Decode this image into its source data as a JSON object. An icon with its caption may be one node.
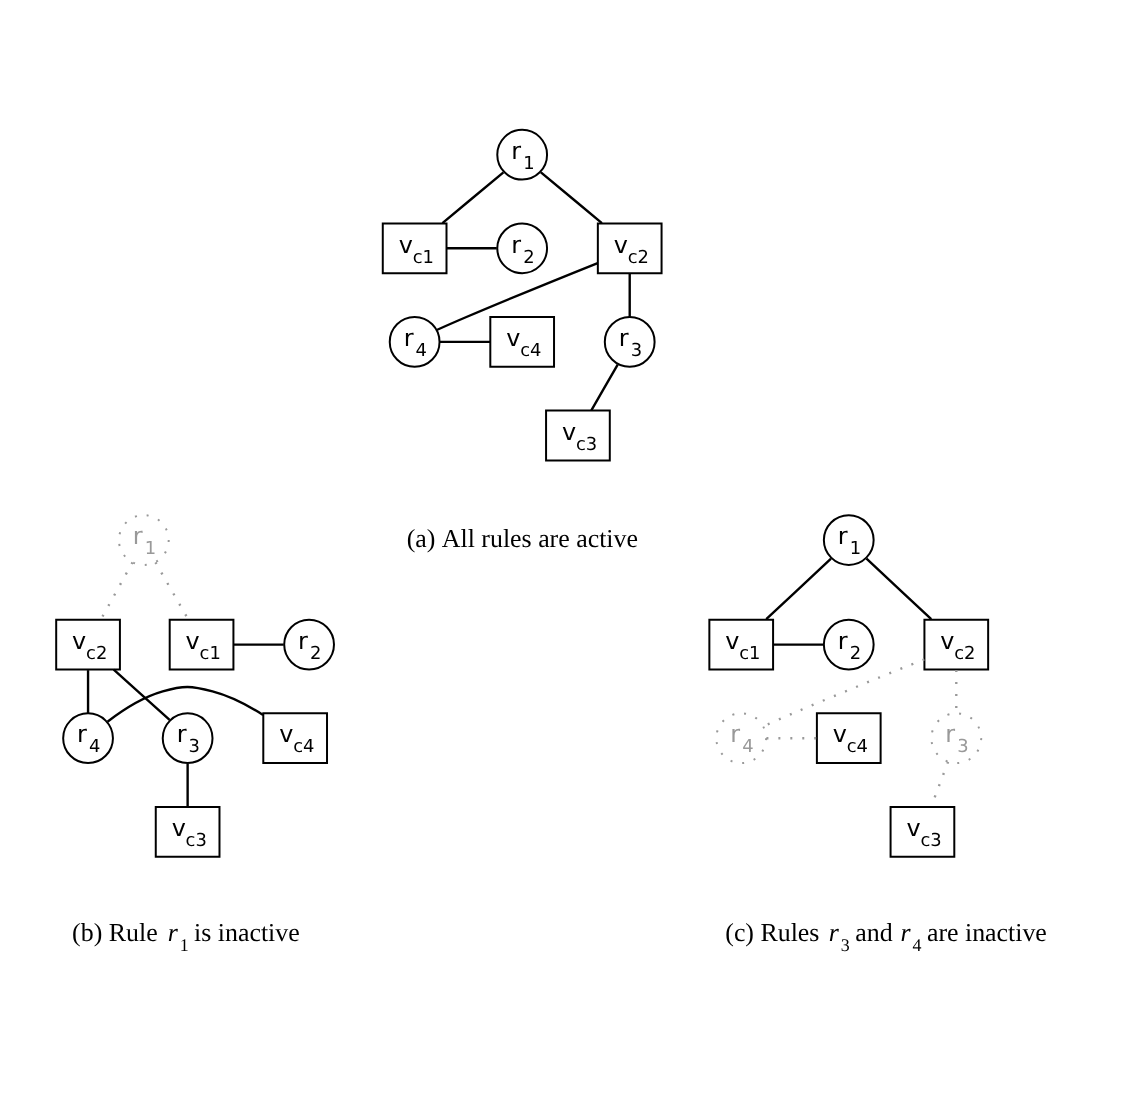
{
  "diagram": {
    "nodes": [
      {
        "text": [
          "v$_{c1}$"
        ]
      },
      {
        "text": [
          "r$_{2}$"
        ]
      },
      {
        "text": [
          "r$_{1}$"
        ]
      },
      {
        "text": [
          "v$_{c2}$"
        ]
      },
      {
        "text": [
          "v$_{c4}$"
        ]
      },
      {
        "text": [
          "r$_{4}$"
        ]
      },
      {
        "text": [
          "r$_{3}$"
        ]
      },
      {
        "text": [
          "v$_{c3}$"
        ]
      },
      {
        "text": [
          "v$_{c1}$"
        ]
      },
      {
        "text": [
          "r$_{2}$"
        ]
      },
      {
        "text": [
          "r$_{1}$"
        ]
      },
      {
        "text": [
          "v$_{c2}$"
        ]
      },
      {
        "text": [
          "v$_{c4}$"
        ]
      },
      {
        "text": [
          "r$_{4}$"
        ]
      },
      {
        "text": [
          "r$_{3}$"
        ]
      },
      {
        "text": [
          "v$_{c3}$"
        ]
      },
      {
        "text": [
          "v$_{c1}$"
        ]
      },
      {
        "text": [
          "r$_{2}$"
        ]
      },
      {
        "text": [
          "r$_{1}$"
        ]
      },
      {
        "text": [
          "v$_{c2}$"
        ]
      },
      {
        "text": [
          "v$_{c4}$"
        ]
      },
      {
        "text": [
          "r$_{4}$"
        ]
      },
      {
        "text": [
          "r$_{3}$"
        ]
      },
      {
        "text": [
          "v$_{c3}$"
        ]
      }
    ],
    "edges": [
      {
        "from": 2,
        "to": 0,
        "arrow": "none"
      },
      {
        "from": 0,
        "to": 1,
        "arrow": "none"
      },
      {
        "from": 2,
        "to": 3,
        "arrow": "none"
      },
      {
        "from": 3,
        "to": 5,
        "arrow": "none"
      },
      {
        "from": 5,
        "to": 4,
        "arrow": "none"
      },
      {
        "from": 3,
        "to": 6,
        "arrow": "none"
      },
      {
        "from": 6,
        "to": 7,
        "arrow": "none"
      },
      {
        "from": 10,
        "to": 8,
        "arrow": "none",
        "style": "dashed",
        "color": "#999999"
      },
      {
        "from": 8,
        "to": 9,
        "arrow": "none"
      },
      {
        "from": 10,
        "to": 11,
        "arrow": "none",
        "style": "dashed",
        "color": "#999999"
      },
      {
        "from": 11,
        "to": 13,
        "arrow": "none"
      },
      {
        "from": 13,
        "to": 12,
        "arrow": "none"
      },
      {
        "from": 11,
        "to": 14,
        "arrow": "none"
      },
      {
        "from": 14,
        "to": 15,
        "arrow": "none"
      },
      {
        "from": 18,
        "to": 16,
        "arrow": "none"
      },
      {
        "from": 16,
        "to": 17,
        "arrow": "none"
      },
      {
        "from": 18,
        "to": 19,
        "arrow": "none"
      },
      {
        "from": 19,
        "to": 21,
        "arrow": "none",
        "style": "dashed",
        "color": "#999999"
      },
      {
        "from": 21,
        "to": 20,
        "arrow": "none",
        "style": "dashed",
        "color": "#999999"
      },
      {
        "from": 19,
        "to": 22,
        "arrow": "none",
        "style": "dashed",
        "color": "#999999"
      },
      {
        "from": 22,
        "to": 23,
        "arrow": "none",
        "style": "dashed",
        "color": "#999999"
      }
    ],
    "labels": [
      "(a) All rules are active",
      "(b) Rule *r*$_{1}$ is inactive",
      "(c) Rules *r*$_{3}$ and *r*$_{4}$ are inactive"
    ]
  }
}
